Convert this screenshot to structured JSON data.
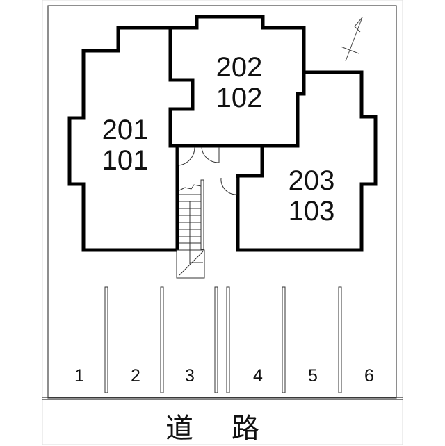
{
  "units": [
    {
      "upper": "201",
      "lower": "101"
    },
    {
      "upper": "202",
      "lower": "102"
    },
    {
      "upper": "203",
      "lower": "103"
    }
  ],
  "parking": [
    "1",
    "2",
    "3",
    "4",
    "5",
    "6"
  ],
  "road": {
    "chars": [
      "道",
      "路"
    ]
  },
  "icons": {
    "north_arrow": "north-arrow-icon",
    "stairs": "staircase-icon"
  }
}
